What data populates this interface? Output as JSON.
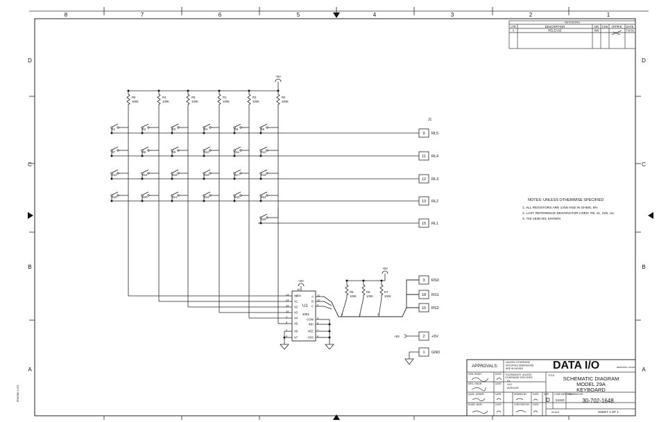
{
  "border": {
    "columns": [
      "8",
      "7",
      "6",
      "5",
      "4",
      "3",
      "2",
      "1"
    ],
    "rows": [
      "D",
      "C",
      "B",
      "A"
    ]
  },
  "revisions": {
    "title": "REVISIONS",
    "headers": [
      "LTR",
      "DESCRIPTION",
      "DR",
      "CHK",
      "APPR'D",
      "DATE"
    ],
    "row": [
      "A",
      "RELEASE",
      "NW",
      "",
      "",
      "7-8-81"
    ]
  },
  "schematic": {
    "vcc_top": "+5V",
    "resistors_top": [
      {
        "ref": "R6",
        "val": "100K"
      },
      {
        "ref": "R4",
        "val": "100K"
      },
      {
        "ref": "R5",
        "val": "100K"
      },
      {
        "ref": "R1",
        "val": "100K"
      },
      {
        "ref": "R3",
        "val": "100K"
      },
      {
        "ref": "R2",
        "val": "100K"
      }
    ],
    "switch_rows": [
      [
        "S1",
        "S2",
        "S3",
        "S4",
        "S5",
        "S6"
      ],
      [
        "S7",
        "S8",
        "S9",
        "S10",
        "S11",
        "S12"
      ],
      [
        "S13",
        "S14",
        "S15",
        "S16",
        "S17",
        "S18"
      ],
      [
        "S19",
        "S20",
        "S21",
        "S22",
        "S23",
        "S24"
      ],
      [
        "S25"
      ]
    ],
    "connector_ref": "J1",
    "row_pins": [
      {
        "pin": "9",
        "net": "RL5"
      },
      {
        "pin": "11",
        "net": "RL4"
      },
      {
        "pin": "12",
        "net": "RL3"
      },
      {
        "pin": "13",
        "net": "RL2"
      },
      {
        "pin": "15",
        "net": "RL1"
      }
    ],
    "select_pins": [
      {
        "pin": "3",
        "net": "RS0"
      },
      {
        "pin": "18",
        "net": "RS1"
      },
      {
        "pin": "16",
        "net": "RS2"
      }
    ],
    "power_pins": [
      {
        "pin": "2",
        "net": "+5V",
        "src": "+5V"
      },
      {
        "pin": "1",
        "net": "GND"
      }
    ],
    "select_resistors": [
      {
        "ref": "R9",
        "val": "100K"
      },
      {
        "ref": "R8",
        "val": "100K"
      },
      {
        "ref": "R7",
        "val": "100K"
      }
    ],
    "vcc_select": "+5V",
    "ic": {
      "ref": "U1",
      "part": "4051",
      "vcc": "+5V",
      "left_pins": [
        {
          "num": "13",
          "name": "X0"
        },
        {
          "num": "14",
          "name": "X1"
        },
        {
          "num": "15",
          "name": "X2"
        },
        {
          "num": "12",
          "name": "X3"
        },
        {
          "num": "1",
          "name": "X4"
        },
        {
          "num": "5",
          "name": "X5"
        },
        {
          "num": "2",
          "name": "X6"
        },
        {
          "num": "4",
          "name": "X7"
        }
      ],
      "right_pins": [
        {
          "num": "11",
          "name": "A"
        },
        {
          "num": "10",
          "name": "B"
        },
        {
          "num": "9",
          "name": "C"
        },
        {
          "num": "3",
          "name": "COM"
        },
        {
          "num": "6",
          "name": "INH"
        },
        {
          "num": "7",
          "name": "VEE"
        },
        {
          "num": "8",
          "name": "VSS"
        }
      ],
      "top_pin": {
        "num": "16",
        "name": "VDD"
      }
    },
    "bus_labels": [
      "0",
      "1",
      "2"
    ]
  },
  "notes": {
    "title": "NOTES:  UNLESS OTHERWISE SPECIFIED",
    "items": [
      "1.  ALL RESISTORS ARE 1/4W AND IN OHMS, 5%",
      "2.  LAST REFERENCE DESIGNATOR USED:  R9, J1, S25, U1",
      "3.  702-1648-001 SHOWN"
    ]
  },
  "title_block": {
    "approvals": "APPROVALS:",
    "tolerance_note": [
      "UNLESS OTHERWISE",
      "SPECIFIED DIMENSIONS",
      "ARE IN INCHES"
    ],
    "tolerances": [
      "TOLERANCES: UNLESS",
      "OTHERWISE SPECIFIED:",
      "XX",
      "XXX",
      "ANGULAR"
    ],
    "labels": [
      "DSN. ENGR.",
      "DATE",
      "MFG. ENGR.",
      "DATE",
      "QUAL. ASSUR.",
      "DATE",
      "DRAWN BY:",
      "DATE",
      "ENGR. MGR.",
      "DATE",
      "CHECKED BY:",
      "DATE"
    ],
    "company": "DATA I/O",
    "company_sub": "REDMOND, WASH.",
    "title_label": "TITLE",
    "title_lines": [
      "SCHEMATIC DIAGRAM",
      "MODEL 29A",
      "KEYBOARD"
    ],
    "size_label": "SIZE",
    "size": "D",
    "code_label": "CODE IDENT NO.",
    "code": "54193",
    "drawing_label": "DRAWING NO.",
    "drawing_no": "30-702-1648",
    "scale_label": "SCALE",
    "sheet": "SHEET 1 OF 1"
  },
  "margin_text": "PRINTED 10/73"
}
